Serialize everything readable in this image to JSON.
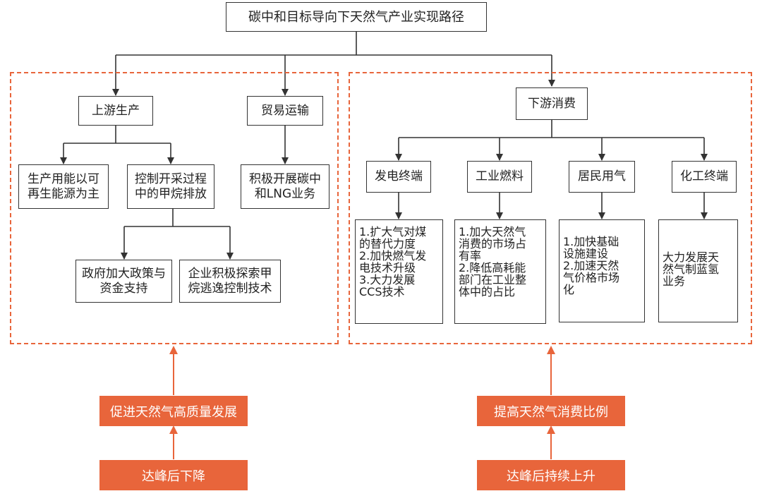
{
  "colors": {
    "accent": "#e8653b",
    "line": "#333333",
    "text": "#222222"
  },
  "diagram": {
    "title": "碳中和目标导向下天然气产业实现路径",
    "upstream": {
      "label": "上游生产",
      "children": [
        "生产用能以可再生能源为主",
        "控制开采过程中的甲烷排放"
      ],
      "grandchildren": [
        "政府加大政策与资金支持",
        "企业积极探索甲烷逃逸控制技术"
      ]
    },
    "trade": {
      "label": "贸易运输",
      "child": "积极开展碳中和LNG业务"
    },
    "downstream": {
      "label": "下游消费",
      "branches": [
        {
          "label": "发电终端",
          "lines": [
            "1.扩大气对煤",
            "的替代力度",
            "2.加快燃气发",
            "电技术升级",
            "3.大力发展",
            "CCS技术"
          ]
        },
        {
          "label": "工业燃料",
          "lines": [
            "1.加大天然气",
            "消费的市场占",
            "有率",
            "2.降低高耗能",
            "部门在工业整",
            "体中的占比"
          ]
        },
        {
          "label": "居民用气",
          "lines": [
            "1.加快基础",
            "设施建设",
            "2.加速天然",
            "气价格市场",
            "化"
          ]
        },
        {
          "label": "化工终端",
          "lines": [
            "大力发展天",
            "然气制蓝氢",
            "业务"
          ]
        }
      ]
    },
    "drivers": {
      "left": {
        "goal": "促进天然气高质量发展",
        "trend": "达峰后下降"
      },
      "right": {
        "goal": "提高天然气消费比例",
        "trend": "达峰后持续上升"
      }
    }
  }
}
